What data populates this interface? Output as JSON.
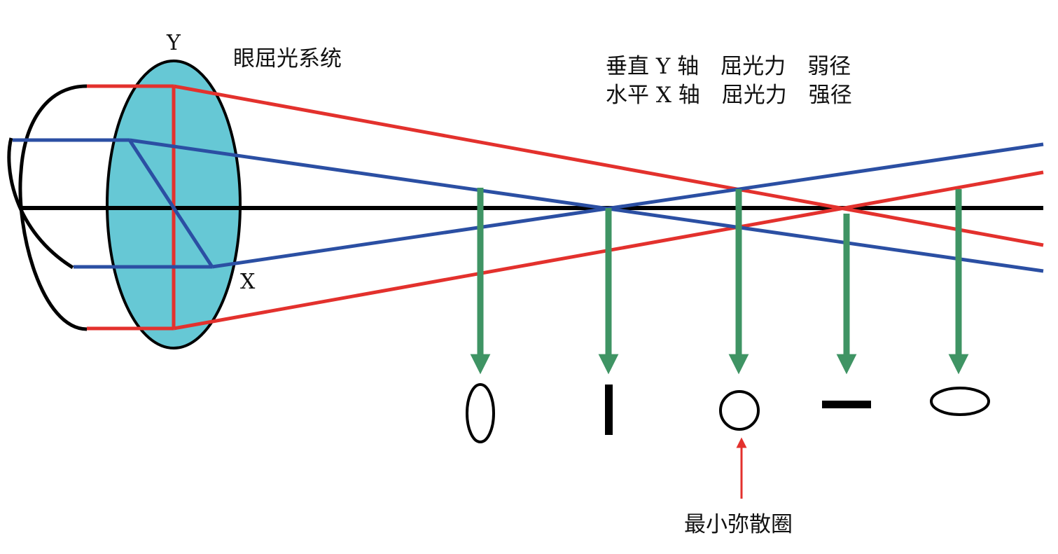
{
  "labels": {
    "y_axis": "Y",
    "x_axis": "X",
    "system_title": "眼屈光系统",
    "legend_row1": "垂直 Y 轴　屈光力　弱径",
    "legend_row2": "水平 X 轴　屈光力　强径",
    "least_confusion_circle": "最小弥散圈"
  },
  "colors": {
    "lens_fill": "#66c8d5",
    "vertical_ray": "#e3312d",
    "horizontal_ray": "#2b4fa3",
    "optical_axis": "#000000",
    "projection_arrow": "#3f9464",
    "pointer_arrow": "#e3312d",
    "outline": "#000000"
  },
  "icons": {
    "cross_sections": [
      "vertical-ellipse-icon",
      "vertical-line-icon",
      "circle-icon",
      "horizontal-line-icon",
      "horizontal-ellipse-icon"
    ]
  }
}
